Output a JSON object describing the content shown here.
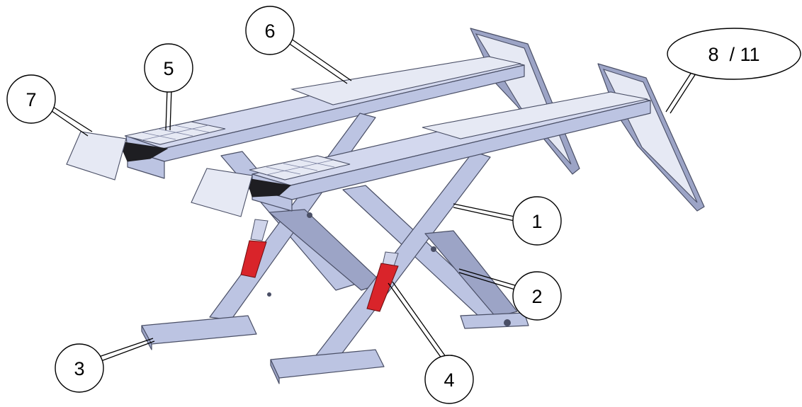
{
  "callouts": [
    {
      "id": "c1",
      "label": "1"
    },
    {
      "id": "c2",
      "label": "2"
    },
    {
      "id": "c3",
      "label": "3"
    },
    {
      "id": "c4",
      "label": "4"
    },
    {
      "id": "c5",
      "label": "5"
    },
    {
      "id": "c6",
      "label": "6"
    },
    {
      "id": "c7",
      "label": "7"
    },
    {
      "id": "c8",
      "label": "8  / 11"
    }
  ],
  "colors": {
    "steel": "#bcc4e2",
    "cylinder": "#d9242a",
    "outline": "#4a4f66"
  }
}
